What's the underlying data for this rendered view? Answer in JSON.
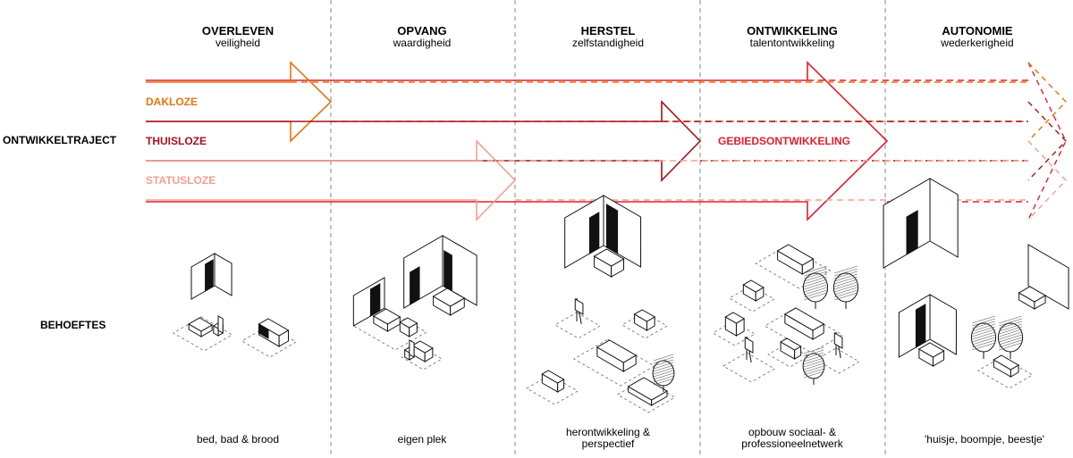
{
  "stages": [
    {
      "title": "OVERLEVEN",
      "subtitle": "veiligheid",
      "caption": [
        "bed, bad & brood"
      ]
    },
    {
      "title": "OPVANG",
      "subtitle": "waardigheid",
      "caption": [
        "eigen plek"
      ]
    },
    {
      "title": "HERSTEL",
      "subtitle": "zelfstandigheid",
      "caption": [
        "herontwikkeling &",
        "perspectief"
      ]
    },
    {
      "title": "ONTWIKKELING",
      "subtitle": "talentontwikkeling",
      "caption": [
        "opbouw sociaal- &",
        "professioneelnetwerk"
      ]
    },
    {
      "title": "AUTONOMIE",
      "subtitle": "wederkerigheid",
      "caption": [
        "'huisje, boompje, beestje'"
      ]
    }
  ],
  "rows": {
    "trajectory_label": "ONTWIKKELTRAJECT",
    "needs_label": "BEHOEFTES"
  },
  "tracks": [
    {
      "label": "DAKLOZE",
      "color": "#E8740F"
    },
    {
      "label": "THUISLOZE",
      "color": "#A8101C"
    },
    {
      "label": "STATUSLOZE",
      "color": "#F2A093"
    },
    {
      "label": "GEBIEDSONTWIKKELING",
      "color": "#E0202A"
    }
  ],
  "colors": {
    "divider": "#888888",
    "drawing": "#111111"
  }
}
